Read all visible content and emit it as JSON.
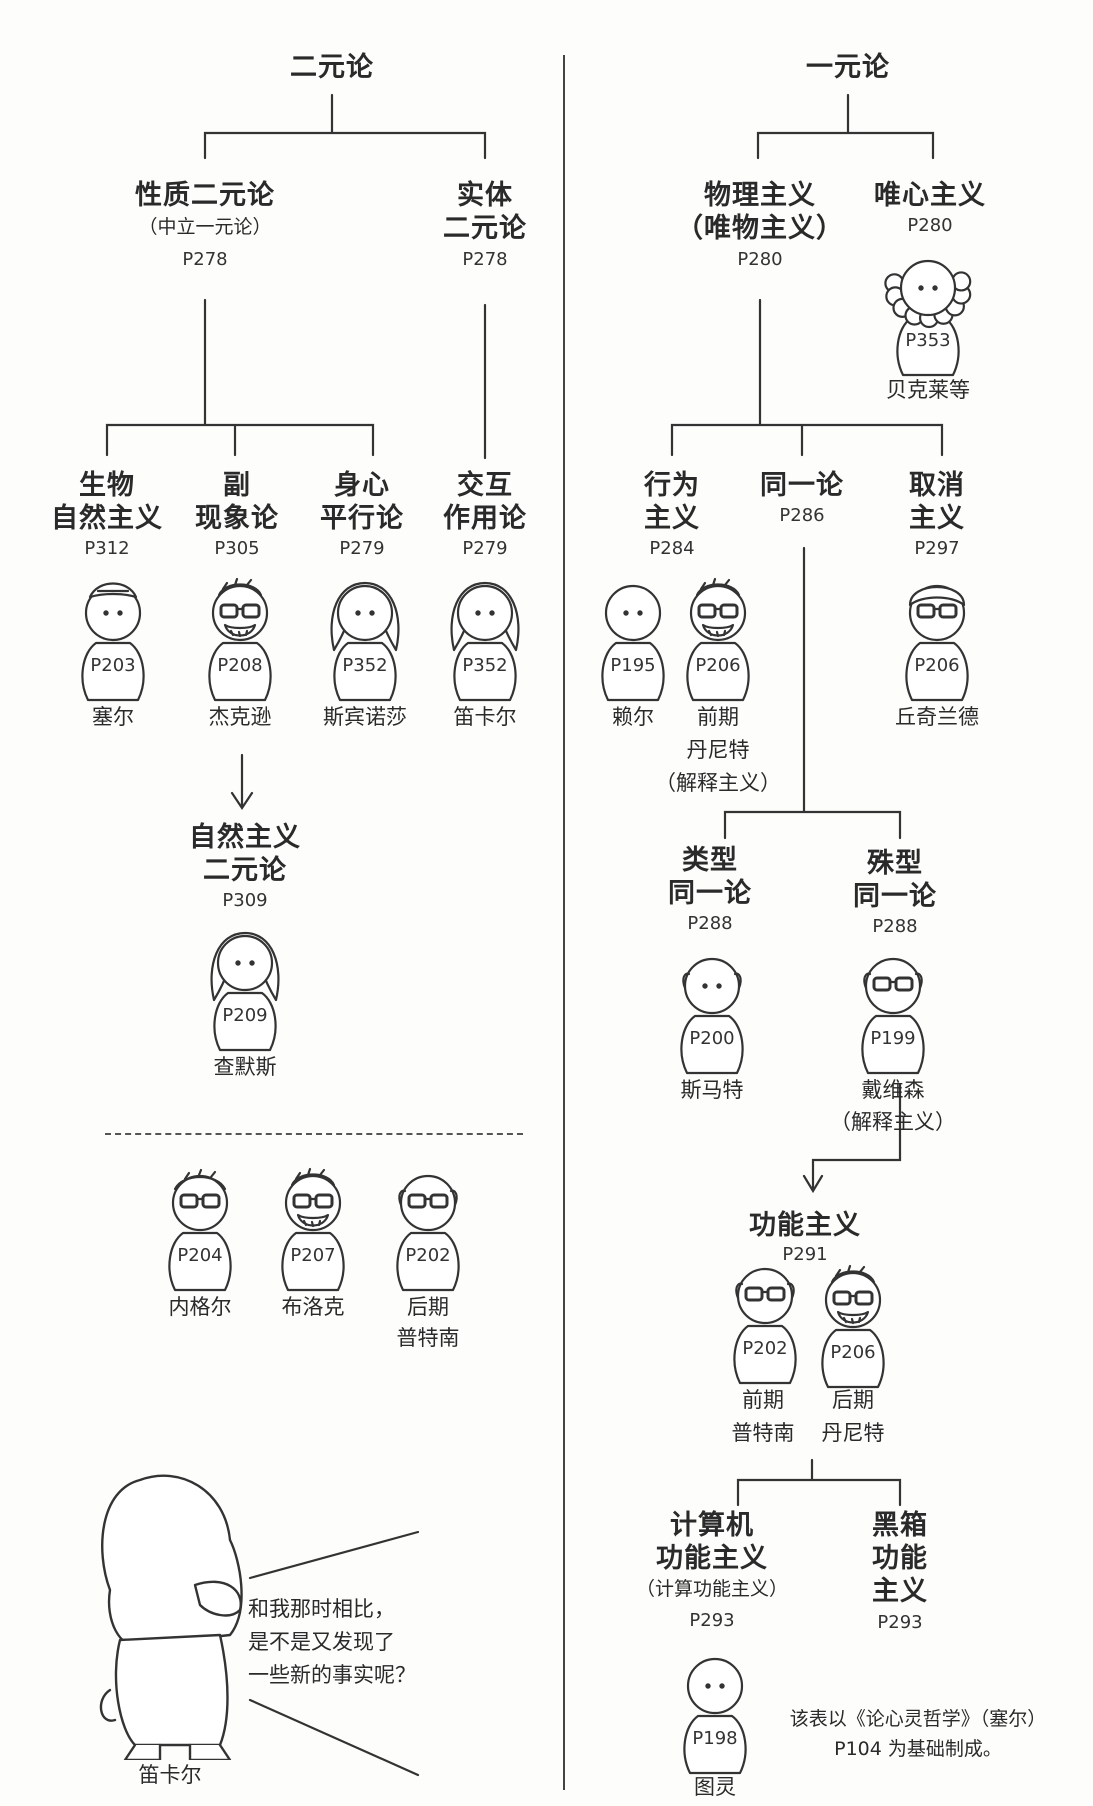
{
  "dualism": {
    "title": "二元论"
  },
  "monism": {
    "title": "一元论"
  },
  "property_dualism": {
    "l1": "性质二元论",
    "l2": "（中立一元论）",
    "page": "P278"
  },
  "substance_dualism": {
    "l1": "实体",
    "l2": "二元论",
    "page": "P278"
  },
  "bio_naturalism": {
    "l1": "生物",
    "l2": "自然主义",
    "page": "P312",
    "person_page": "P203",
    "person": "塞尔"
  },
  "epiphenomenalism": {
    "l1": "副",
    "l2": "现象论",
    "page": "P305",
    "person_page": "P208",
    "person": "杰克逊"
  },
  "parallelism": {
    "l1": "身心",
    "l2": "平行论",
    "page": "P279",
    "person_page": "P352",
    "person": "斯宾诺莎"
  },
  "interactionism": {
    "l1": "交互",
    "l2": "作用论",
    "page": "P279",
    "person_page": "P352",
    "person": "笛卡尔"
  },
  "naturalistic_dualism": {
    "l1": "自然主义",
    "l2": "二元论",
    "page": "P309",
    "person_page": "P209",
    "person": "查默斯"
  },
  "others": [
    {
      "page": "P204",
      "l1": "内格尔",
      "l2": ""
    },
    {
      "page": "P207",
      "l1": "布洛克",
      "l2": ""
    },
    {
      "page": "P202",
      "l1": "后期",
      "l2": "普特南"
    }
  ],
  "descartes_speech": {
    "l1": "和我那时相比，",
    "l2": "是不是又发现了",
    "l3": "一些新的事实呢？",
    "name": "笛卡尔"
  },
  "physicalism": {
    "l1": "物理主义",
    "l2": "（唯物主义）",
    "page": "P280"
  },
  "idealism": {
    "l1": "唯心主义",
    "page": "P280",
    "person_page": "P353",
    "person": "贝克莱等"
  },
  "behaviorism": {
    "l1": "行为",
    "l2": "主义",
    "page": "P284",
    "p1_page": "P195",
    "p1": "赖尔",
    "p2_page": "P206",
    "p2_l1": "前期",
    "p2_l2": "丹尼特",
    "p2_l3": "（解释主义）"
  },
  "identity": {
    "l1": "同一论",
    "page": "P286"
  },
  "eliminativism": {
    "l1": "取消",
    "l2": "主义",
    "page": "P297",
    "person_page": "P206",
    "person": "丘奇兰德"
  },
  "type_identity": {
    "l1": "类型",
    "l2": "同一论",
    "page": "P288",
    "person_page": "P200",
    "person": "斯马特"
  },
  "token_identity": {
    "l1": "殊型",
    "l2": "同一论",
    "page": "P288",
    "person_page": "P199",
    "person": "戴维森",
    "note": "（解释主义）"
  },
  "functionalism": {
    "l1": "功能主义",
    "page": "P291",
    "p1_page": "P202",
    "p1_l1": "前期",
    "p1_l2": "普特南",
    "p2_page": "P206",
    "p2_l1": "后期",
    "p2_l2": "丹尼特"
  },
  "computational": {
    "l1": "计算机",
    "l2": "功能主义",
    "l3": "（计算功能主义）",
    "page": "P293",
    "person_page": "P198",
    "person": "图灵"
  },
  "blackbox": {
    "l1": "黑箱",
    "l2": "功能",
    "l3": "主义",
    "page": "P293"
  },
  "footnote": {
    "l1": "该表以《论心灵哲学》（塞尔）",
    "l2": "P104 为基础制成。"
  }
}
